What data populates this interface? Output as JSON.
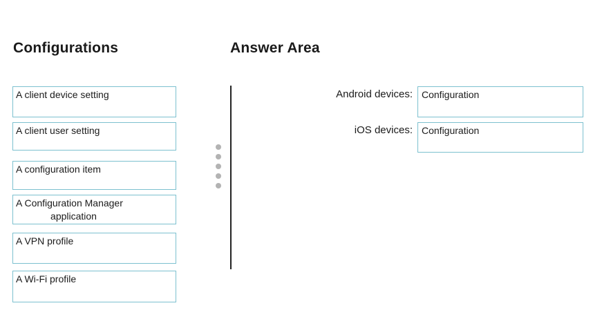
{
  "configurations": {
    "heading": "Configurations",
    "options": [
      {
        "label": "A client device setting"
      },
      {
        "label": "A client user setting"
      },
      {
        "label": "A configuration item"
      },
      {
        "label": "A Configuration Manager",
        "label_line2": "application"
      },
      {
        "label": "A VPN profile"
      },
      {
        "label": "A Wi-Fi profile"
      }
    ]
  },
  "answer_area": {
    "heading": "Answer Area",
    "rows": [
      {
        "label": "Android devices:",
        "value": "Configuration"
      },
      {
        "label": "iOS devices:",
        "value": "Configuration"
      }
    ]
  },
  "colors": {
    "box_border": "#7cc0cf",
    "divider": "#222222",
    "grip_dot": "#b3b3b3"
  },
  "icons": {
    "drag_handle": "vertical-dots-grip-icon"
  }
}
